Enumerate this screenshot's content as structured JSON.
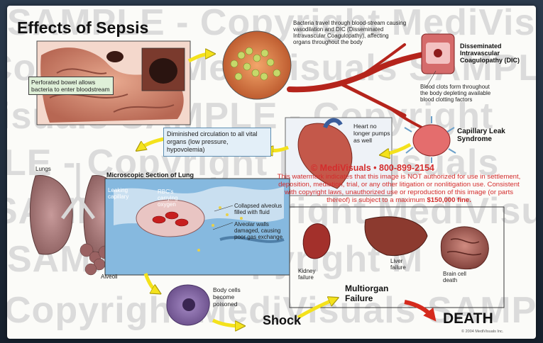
{
  "title": "Effects of Sepsis",
  "watermark": {
    "rows": [
      "SAMPLE - Copyright MediVisuals",
      "Copyright MediVisuals SAMPLE",
      "isuals SAMPLE - Copyright",
      "LE - Copyright MediVisuals",
      "SAMPLE - Copyright MediVisuals SAMPLE",
      "SAMPLE - Copyright M",
      "Copyright MediVisuals SAMPLE"
    ]
  },
  "labels": {
    "perforated_bowel": "Perforated bowel allows bacteria to enter bloodstream",
    "bacteria_travel": "Bacteria travel through blood-stream causing vasodilation and DIC (Disseminated Intravascular Coagulopathy), affecting organs throughout the body",
    "dic_title": "Disseminated Intravascular Coagulopathy (DIC)",
    "dic_desc": "Blood clots form throughout the body depleting available blood clotting factors",
    "capillary_leak": "Capillary Leak Syndrome",
    "heart": "Heart no longer pumps as well",
    "diminished_circulation": "Diminished circulation to all vital organs (low pressure, hypovolemia)",
    "lungs": "Lungs",
    "micro_section": "Microscopic Section of Lung",
    "leaking_capillary": "Leaking capillary",
    "rbcs": "RBC's carrying oxygen",
    "collapsed_alveolus": "Collapsed alveolus filled with fluid",
    "alveolar_walls": "Alveolar walls damaged, causing poor gas exchange",
    "alveoli": "Alveoli",
    "body_cells": "Body cells become poisoned",
    "shock": "Shock",
    "multiorgan": "Multiorgan Failure",
    "kidney": "Kidney failure",
    "liver": "Liver failure",
    "brain": "Brain cell death",
    "death": "DEATH"
  },
  "copyright": {
    "brand_line": "© MediVisuals • 800-899-2154",
    "notice": "This watermark indicates that this image is NOT authorized for use in settlement, deposition, mediation, trial, or any other litigation or nonlitigation use. Consistent with copyright laws, unauthorized use or reproduction of this image (or parts thereof) is subject to a maximum",
    "fine": "$150,000 fine.",
    "footer": "© 2004 MediVisuals Inc."
  },
  "colors": {
    "arrow_yellow": "#f4e21c",
    "arrow_red": "#d52a1d",
    "notice_red": "#d42d2d",
    "vessel_red": "#b5241c",
    "box_green": "#dff0d8",
    "box_blue": "#e3eff8"
  },
  "icons": [
    "bowel-illustration",
    "bacteria-cluster",
    "blood-vessel",
    "dic-clot-icon",
    "capillary-leak-icon",
    "heart-illustration",
    "lungs-illustration",
    "lung-section-illustration",
    "body-cell-illustration",
    "kidney-illustration",
    "liver-illustration",
    "brain-illustration"
  ]
}
